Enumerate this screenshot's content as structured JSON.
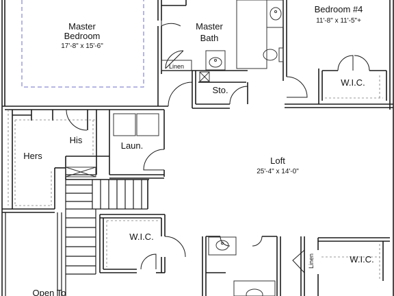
{
  "rooms": {
    "master_bedroom": {
      "name_line1": "Master",
      "name_line2": "Bedroom",
      "dims": "17'-8\" x 15'-6\""
    },
    "master_bath": {
      "name_line1": "Master",
      "name_line2": "Bath"
    },
    "bedroom4": {
      "name": "Bedroom #4",
      "dims": "11'-8\" x 11'-5\"+"
    },
    "wic_bed4": {
      "name": "W.I.C."
    },
    "linen_bath": {
      "name": "Linen"
    },
    "storage": {
      "name": "Sto."
    },
    "hers": {
      "name": "Hers"
    },
    "his": {
      "name": "His"
    },
    "laundry": {
      "name": "Laun."
    },
    "loft": {
      "name": "Loft",
      "dims": "25'-4\" x 14'-0\""
    },
    "wic_mid": {
      "name": "W.I.C."
    },
    "wic_right": {
      "name": "W.I.C."
    },
    "linen_right": {
      "name": "Linen"
    },
    "open_to": {
      "name": "Open To"
    }
  },
  "colors": {
    "wall": "#1a1a1a",
    "dashed": "#6e6ec8",
    "fixture": "#333333"
  }
}
